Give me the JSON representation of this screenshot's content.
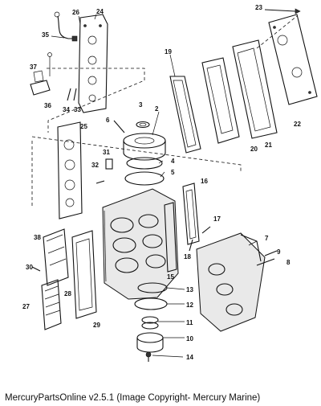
{
  "caption": "MercuryPartsOnline v2.5.1 (Image Copyright- Mercury Marine)",
  "callouts": [
    "2",
    "3",
    "4",
    "5",
    "6",
    "7",
    "8",
    "9",
    "10",
    "11",
    "12",
    "13",
    "14",
    "15",
    "16",
    "17",
    "18",
    "19",
    "20",
    "21",
    "22",
    "23",
    "24",
    "25",
    "26",
    "27",
    "28",
    "29",
    "30",
    "31",
    "32",
    "33",
    "34",
    "35",
    "36",
    "37",
    "38"
  ]
}
